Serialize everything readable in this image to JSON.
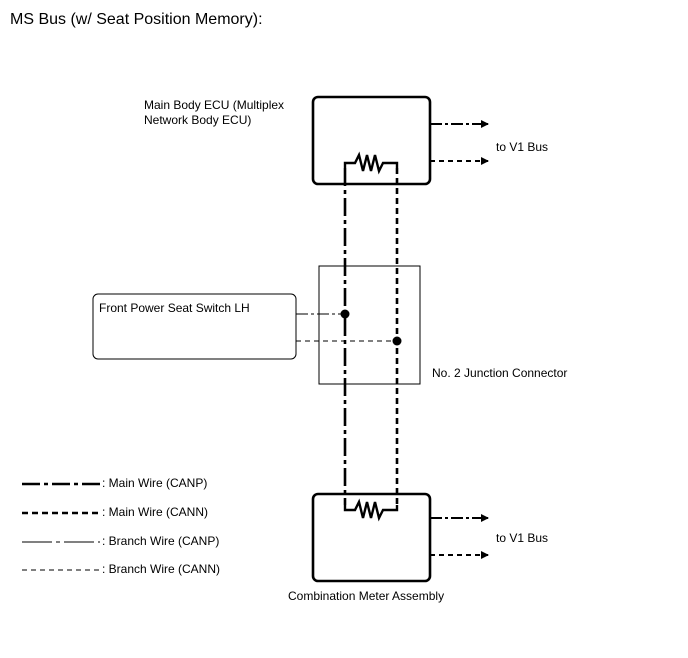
{
  "title": "MS Bus (w/ Seat Position Memory):",
  "components": {
    "main_body_ecu_line1": "Main Body ECU (Multiplex",
    "main_body_ecu_line2": "Network Body ECU)",
    "front_power_seat_switch": "Front Power Seat Switch LH",
    "junction_connector": "No. 2 Junction Connector",
    "combination_meter": "Combination Meter Assembly"
  },
  "bus_labels": {
    "top": "to V1 Bus",
    "bottom": "to V1 Bus"
  },
  "legend": [
    {
      "label": ": Main Wire (CANP)"
    },
    {
      "label": ": Main Wire (CANN)"
    },
    {
      "label": ": Branch Wire (CANP)"
    },
    {
      "label": ": Branch Wire (CANN)"
    }
  ]
}
